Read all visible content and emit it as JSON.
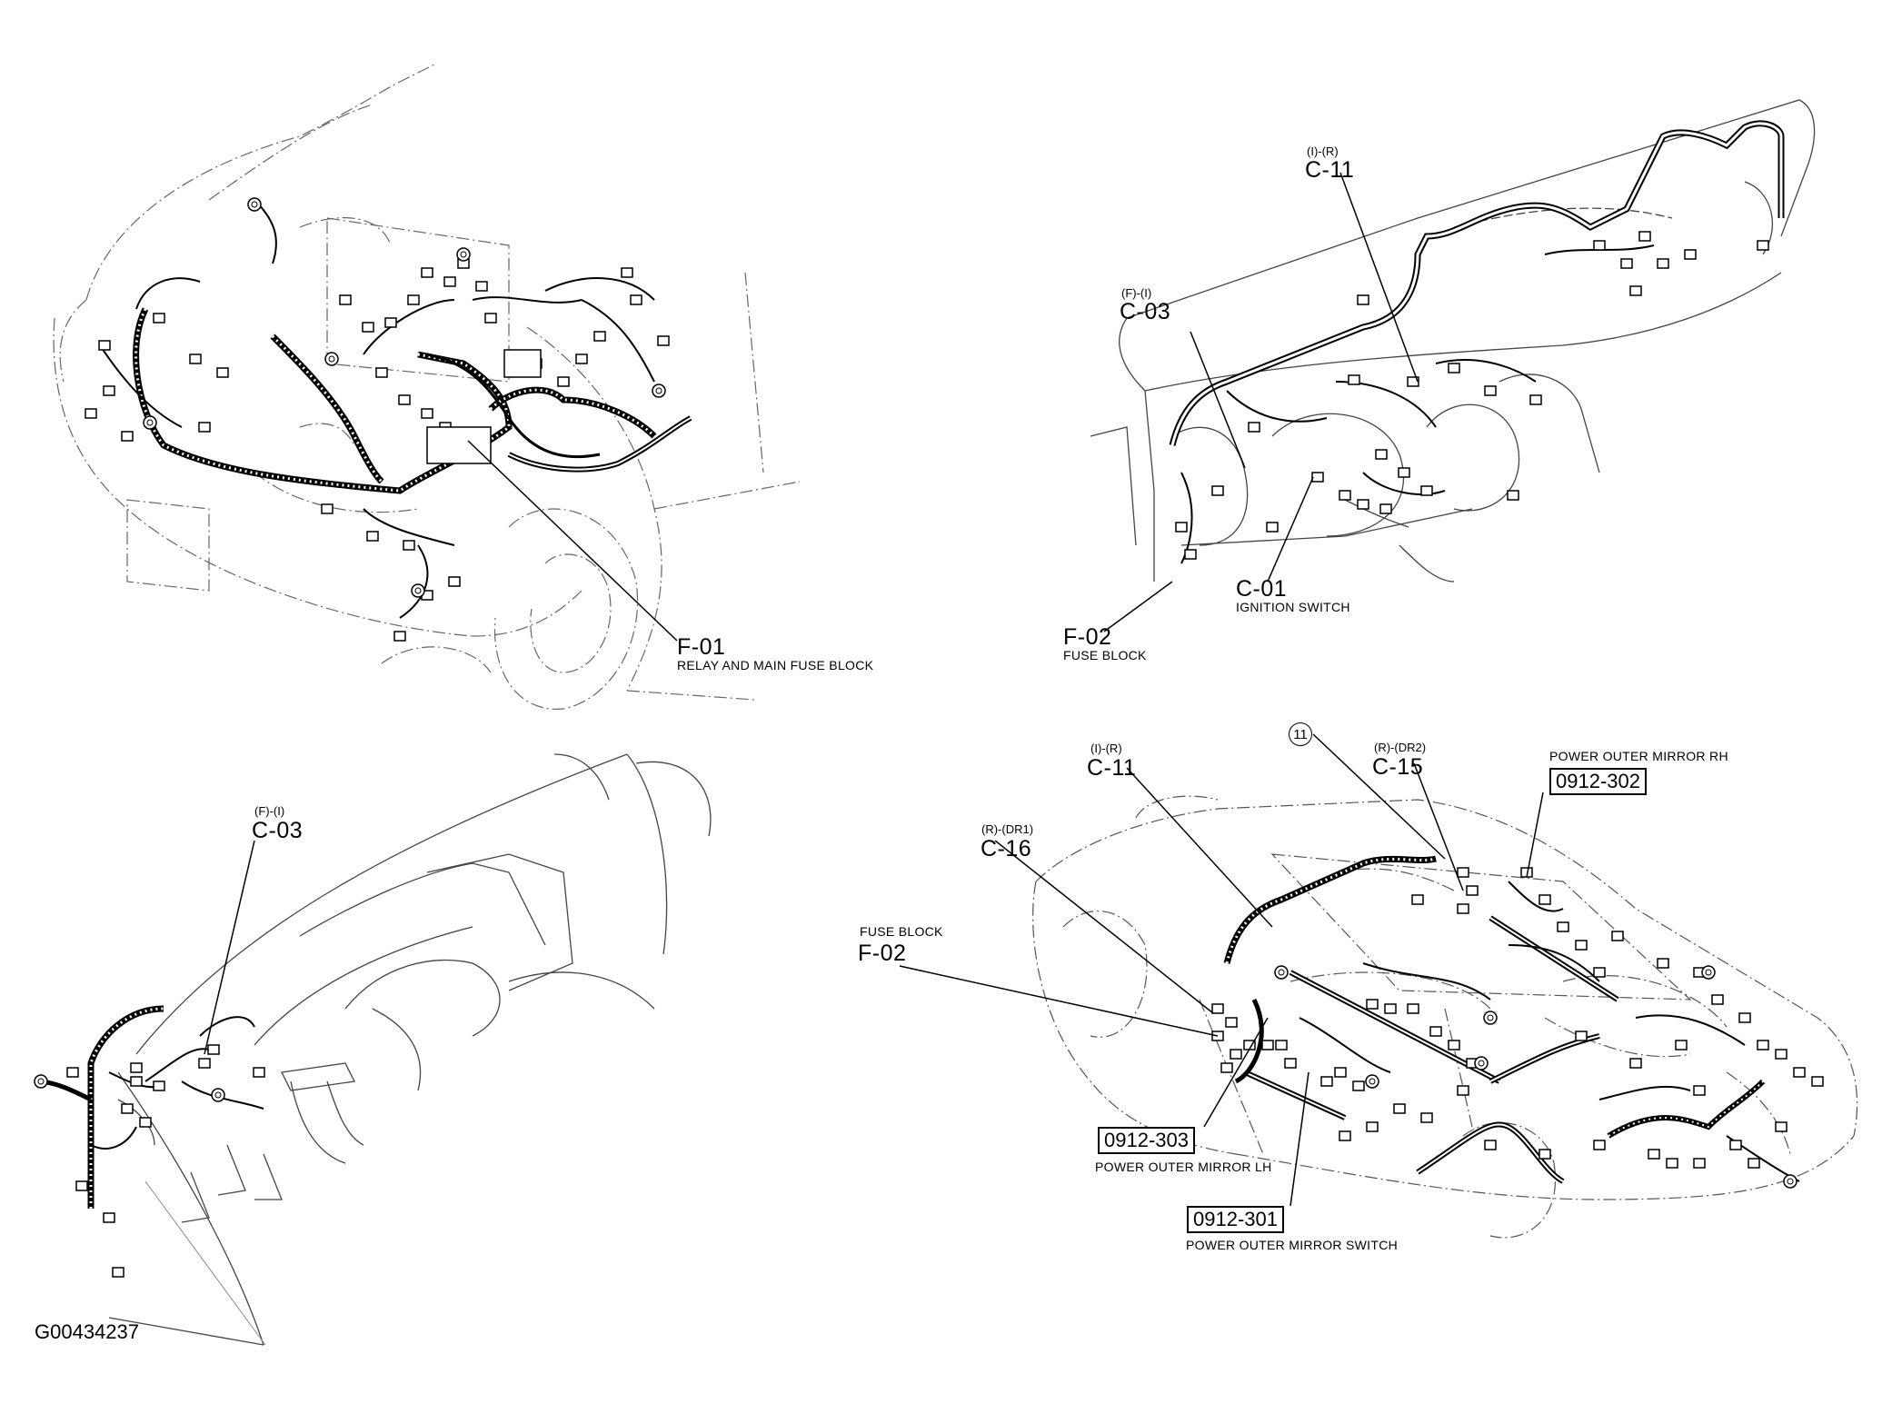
{
  "figure_id": "G00434237",
  "quadrant_top_left": {
    "f01": {
      "code": "F-01",
      "desc": "RELAY AND MAIN FUSE BLOCK"
    }
  },
  "quadrant_top_right": {
    "c11": {
      "pos": "(I)-(R)",
      "code": "C-11"
    },
    "c03": {
      "pos": "(F)-(I)",
      "code": "C-03"
    },
    "c01": {
      "code": "C-01",
      "desc": "IGNITION SWITCH"
    },
    "f02": {
      "code": "F-02",
      "desc": "FUSE BLOCK"
    }
  },
  "quadrant_bottom_left": {
    "c03": {
      "pos": "(F)-(I)",
      "code": "C-03"
    }
  },
  "quadrant_bottom_right": {
    "c11": {
      "pos": "(I)-(R)",
      "code": "C-11"
    },
    "c15": {
      "pos": "(R)-(DR2)",
      "code": "C-15"
    },
    "c16": {
      "pos": "(R)-(DR1)",
      "code": "C-16"
    },
    "f02": {
      "desc": "FUSE BLOCK",
      "code": "F-02"
    },
    "circle_marker": "11",
    "mirror_rh": {
      "desc": "POWER OUTER MIRROR RH",
      "code": "0912-302"
    },
    "mirror_lh": {
      "code": "0912-303",
      "desc": "POWER OUTER MIRROR LH"
    },
    "mirror_switch": {
      "code": "0912-301",
      "desc": "POWER OUTER MIRROR SWITCH"
    }
  }
}
